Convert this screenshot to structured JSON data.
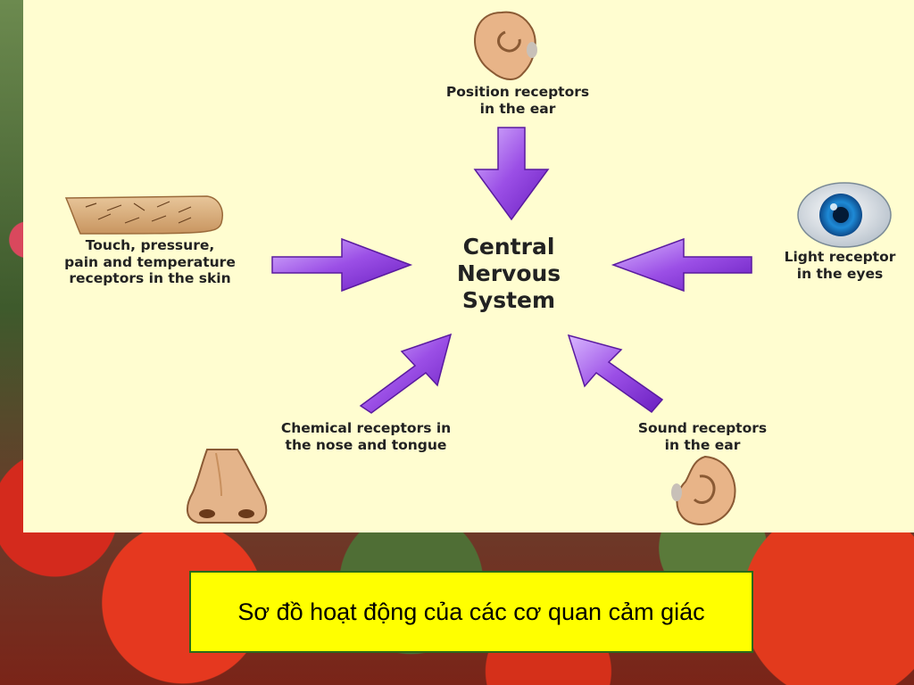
{
  "diagram": {
    "center": "Central\nNervous\nSystem",
    "receptors": {
      "position": "Position receptors\nin the ear",
      "touch": "Touch, pressure,\npain and temperature\nreceptors in the skin",
      "light": "Light receptor\nin the eyes",
      "chemical": "Chemical receptors in\nthe nose and tongue",
      "sound": "Sound receptors\nin the ear"
    }
  },
  "caption": "Sơ đồ hoạt động của các cơ quan cảm giác",
  "colors": {
    "panel": "#fffdd0",
    "arrow": "#9b4fe6",
    "caption_bg": "#ffff00"
  },
  "icons": [
    "ear-icon",
    "skin-icon",
    "eye-icon",
    "nose-icon",
    "ear-icon"
  ]
}
